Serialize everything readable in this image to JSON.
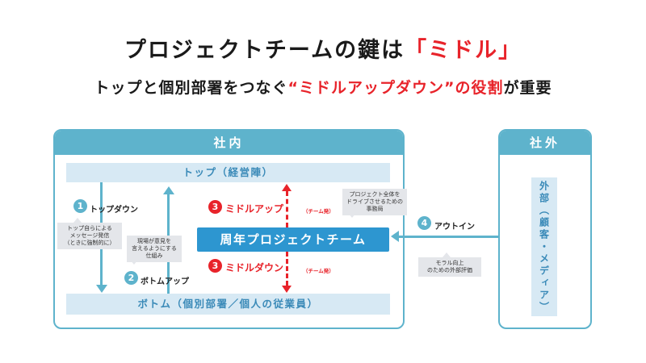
{
  "header": {
    "title_main": "プロジェクトチームの鍵は",
    "title_accent": "「ミドル」",
    "subtitle_pre": "トップと個別部署をつなぐ",
    "subtitle_accent": "“ミドルアップダウン”",
    "subtitle_mid": "の役",
    "subtitle_accent2": "割",
    "subtitle_post": "が重要"
  },
  "internal": {
    "title": "社内",
    "top_bar": "トップ（経営陣）",
    "bottom_bar": "ボトム（個別部署／個人の従業員）",
    "center_box": "周年プロジェクトチーム",
    "top_down": {
      "num": "1",
      "label": "トップダウン",
      "callout": [
        "トップ自らによる",
        "メッセージ発信",
        "（ときに強制的に）"
      ]
    },
    "bottom_up": {
      "num": "2",
      "label": "ボトムアップ",
      "callout": [
        "現場が意見を",
        "言えるようにする",
        "仕組み"
      ]
    },
    "middle_up": {
      "num": "3",
      "label": "ミドルアップ",
      "tag": "（チーム発）"
    },
    "middle_down": {
      "num": "3",
      "label": "ミドルダウン",
      "tag": "（チーム発）"
    },
    "team_callout": [
      "プロジェクト全体を",
      "ドライブさせるための",
      "事務局"
    ]
  },
  "external": {
    "title": "社外",
    "box": "外部（顧客・メディア）",
    "out_in": {
      "num": "4",
      "label": "アウトイン",
      "callout": [
        "モラル向上",
        "のための外部評価"
      ]
    }
  },
  "colors": {
    "accent_red": "#e8232a",
    "teal": "#5eb3cc",
    "blue": "#2d96d0",
    "light": "#d7e9f4"
  }
}
